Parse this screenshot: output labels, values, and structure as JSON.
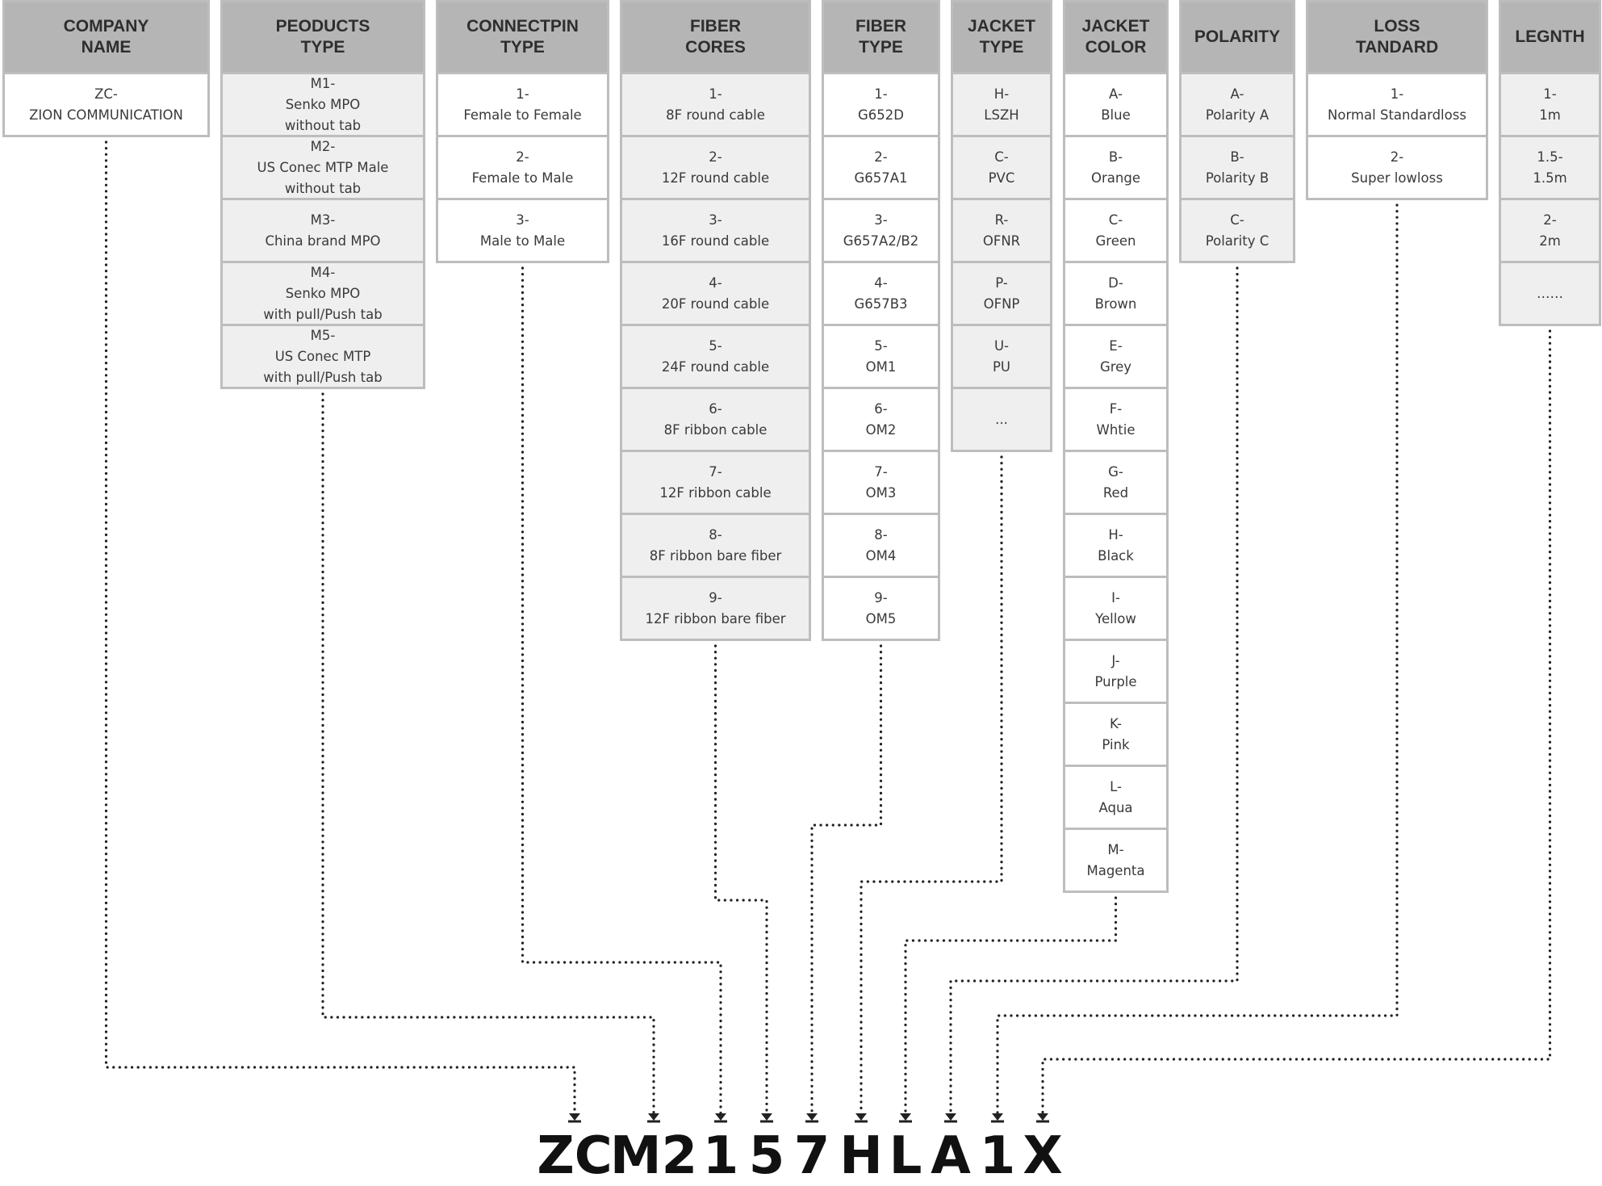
{
  "columns": [
    {
      "header": "COMPANY\nNAME",
      "items": [
        "ZC-\nZION COMMUNICATION"
      ]
    },
    {
      "header": "PEODUCTS\nTYPE",
      "items": [
        "M1-\nSenko MPO\nwithout tab",
        "M2-\nUS Conec MTP Male\nwithout tab",
        "M3-\nChina brand MPO",
        "M4-\nSenko MPO\nwith pull/Push tab",
        "M5-\nUS Conec MTP\nwith pull/Push tab"
      ]
    },
    {
      "header": "CONNECTPIN\nTYPE",
      "items": [
        "1-\nFemale to Female",
        "2-\nFemale to Male",
        "3-\nMale to Male"
      ]
    },
    {
      "header": "FIBER\nCORES",
      "items": [
        "1-\n8F round cable",
        "2-\n12F round cable",
        "3-\n16F round cable",
        "4-\n20F round cable",
        "5-\n24F round cable",
        "6-\n8F ribbon cable",
        "7-\n12F ribbon cable",
        "8-\n8F ribbon bare fiber",
        "9-\n12F ribbon bare fiber"
      ]
    },
    {
      "header": "FIBER\nTYPE",
      "items": [
        "1-\nG652D",
        "2-\nG657A1",
        "3-\nG657A2/B2",
        "4-\nG657B3",
        "5-\nOM1",
        "6-\nOM2",
        "7-\nOM3",
        "8-\nOM4",
        "9-\nOM5"
      ]
    },
    {
      "header": "JACKET\nTYPE",
      "items": [
        "H-\nLSZH",
        "C-\nPVC",
        "R-\nOFNR",
        "P-\nOFNP",
        "U-\nPU",
        "..."
      ]
    },
    {
      "header": "JACKET\nCOLOR",
      "items": [
        "A-\nBlue",
        "B-\nOrange",
        "C-\nGreen",
        "D-\nBrown",
        "E-\nGrey",
        "F-\nWhtie",
        "G-\nRed",
        "H-\nBlack",
        "I-\nYellow",
        "J-\nPurple",
        "K-\nPink",
        "L-\nAqua",
        "M-\nMagenta"
      ]
    },
    {
      "header": "POLARITY",
      "items": [
        "A-\nPolarity A",
        "B-\nPolarity B",
        "C-\nPolarity C"
      ]
    },
    {
      "header": "LOSS\nTANDARD",
      "items": [
        "1-\nNormal Standardloss",
        "2-\nSuper lowloss"
      ]
    },
    {
      "header": "LEGNTH",
      "items": [
        "1-\n1m",
        "1.5-\n1.5m",
        "2-\n2m",
        "……"
      ]
    }
  ],
  "code": [
    "ZC",
    "M2",
    "1",
    "5",
    "7",
    "H",
    "L",
    "A",
    "1",
    "X"
  ],
  "colors": {
    "header_fill": "#b5b5b5",
    "cell_shaded": "#efefef",
    "cell_white": "#ffffff",
    "border": "#bdbdbd",
    "connector": "#222222"
  }
}
